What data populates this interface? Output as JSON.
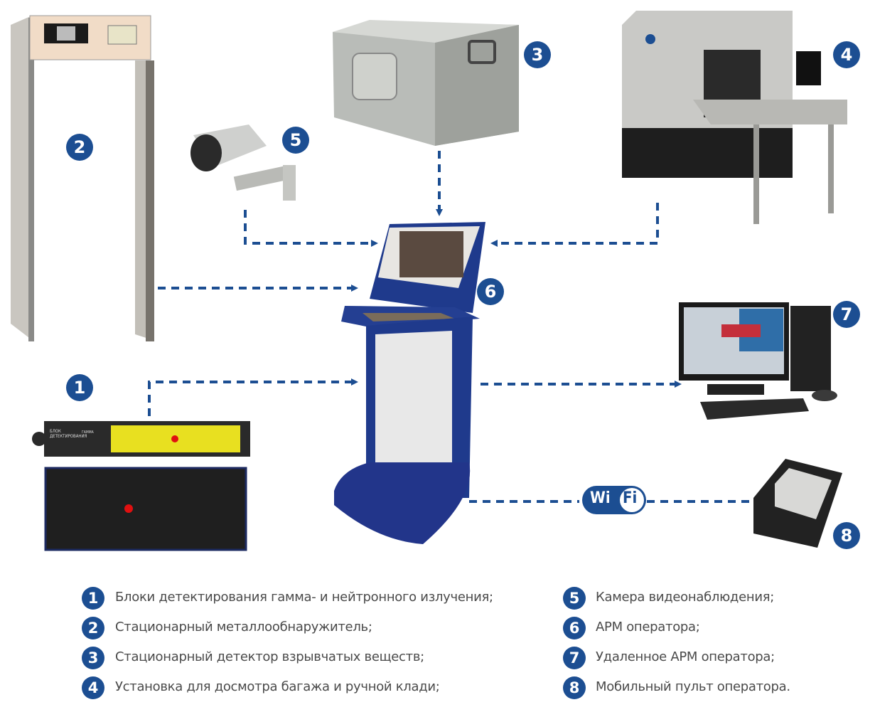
{
  "colors": {
    "badge": "#1c4e92",
    "arrow": "#1c4e92",
    "text": "#4a4a4a"
  },
  "badges": [
    "1",
    "2",
    "3",
    "4",
    "5",
    "6",
    "7",
    "8"
  ],
  "detector_label": {
    "line1": "БЛОК",
    "line2": "ДЕТЕКТИРОВАНИЯ",
    "tag": "ГАММА"
  },
  "wifi": {
    "left": "Wi",
    "right": "Fi"
  },
  "legend": [
    {
      "num": "1",
      "text": "Блоки детектирования гамма- и нейтронного излучения;"
    },
    {
      "num": "2",
      "text": "Стационарный металлообнаружитель;"
    },
    {
      "num": "3",
      "text": "Стационарный детектор взрывчатых веществ;"
    },
    {
      "num": "4",
      "text": "Установка для досмотра багажа и ручной клади;"
    },
    {
      "num": "5",
      "text": "Камера видеонаблюдения;"
    },
    {
      "num": "6",
      "text": "АРМ оператора;"
    },
    {
      "num": "7",
      "text": "Удаленное АРМ оператора;"
    },
    {
      "num": "8",
      "text": "Мобильный пульт оператора."
    }
  ]
}
